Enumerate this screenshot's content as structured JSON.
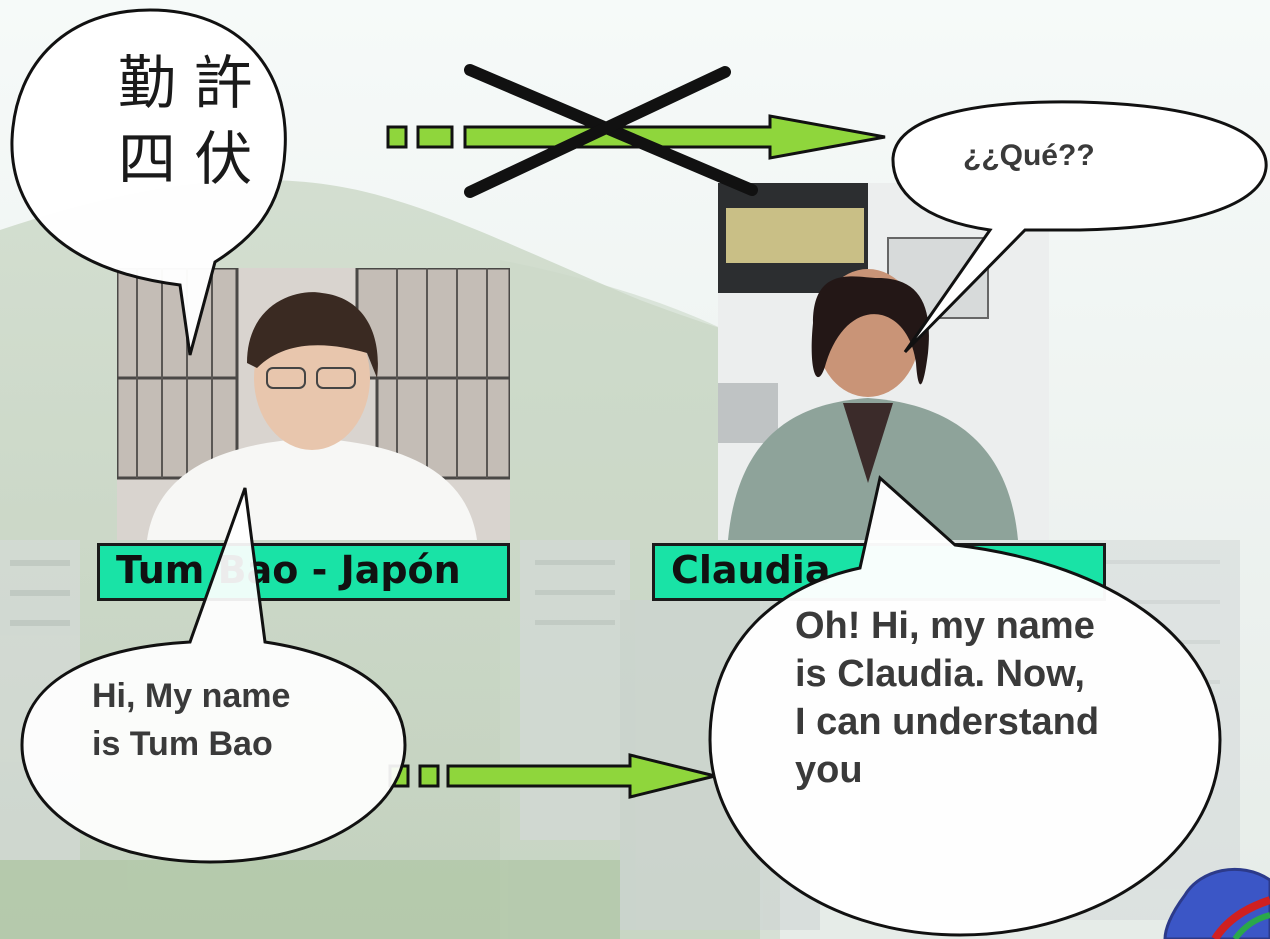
{
  "left_person": {
    "label": "Tum Bao - Japón",
    "speech_native": "勤 許\n四 伏",
    "speech_english": "Hi, My name\nis Tum Bao"
  },
  "right_person": {
    "label": "Claudia",
    "speech_confused": "¿¿Qué??",
    "speech_english": "Oh! Hi, my name\nis Claudia. Now,\nI can understand\nyou"
  },
  "colors": {
    "arrow_fill": "#8fd63c",
    "label_fill": "#19e3a6",
    "outline": "#111111",
    "cross": "#111111"
  },
  "icons": [
    "hills-background",
    "city-background",
    "crossed-out-arrow",
    "arrow",
    "speech-bubble",
    "heart-logo"
  ]
}
